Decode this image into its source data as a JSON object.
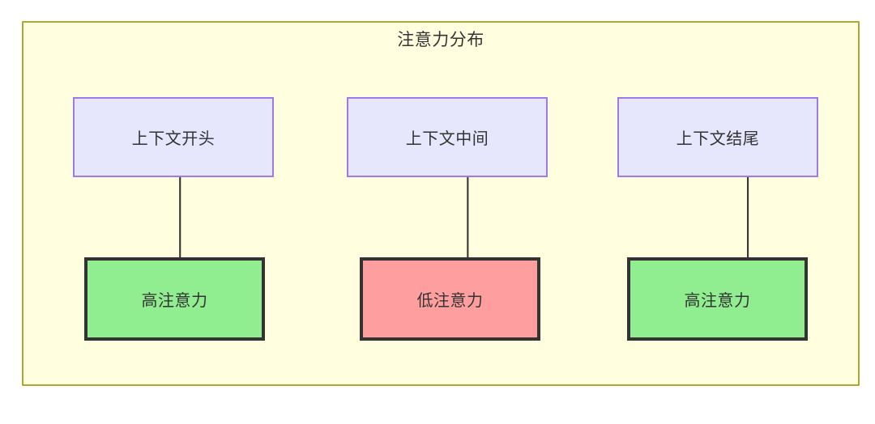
{
  "diagram": {
    "title": "注意力分布",
    "container_fill": "#ffffe0",
    "container_border": "#aaaa33",
    "context_nodes": [
      {
        "id": "ctx-start",
        "label": "上下文开头",
        "fill": "#e6e6fd",
        "border": "#9f79e8"
      },
      {
        "id": "ctx-middle",
        "label": "上下文中间",
        "fill": "#e6e6fd",
        "border": "#9f79e8"
      },
      {
        "id": "ctx-end",
        "label": "上下文结尾",
        "fill": "#e6e6fd",
        "border": "#9f79e8"
      }
    ],
    "attention_nodes": [
      {
        "id": "attn-high-start",
        "label": "高注意力",
        "fill": "#90ee90",
        "border": "#333333"
      },
      {
        "id": "attn-low-middle",
        "label": "低注意力",
        "fill": "#ff9e9e",
        "border": "#333333"
      },
      {
        "id": "attn-high-end",
        "label": "高注意力",
        "fill": "#90ee90",
        "border": "#333333"
      }
    ],
    "edges": [
      {
        "from": "ctx-start",
        "to": "attn-high-start",
        "label": ""
      },
      {
        "from": "ctx-middle",
        "to": "attn-low-middle",
        "label": ""
      },
      {
        "from": "ctx-end",
        "to": "attn-high-end",
        "label": ""
      }
    ],
    "edge_color": "#333333"
  }
}
